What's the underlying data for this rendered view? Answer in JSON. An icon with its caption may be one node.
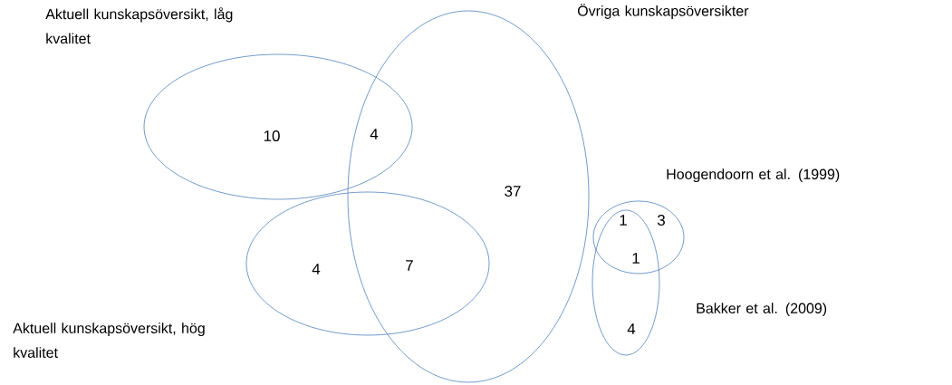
{
  "diagram": {
    "nodes": [
      {
        "text": [
          "Aktuell kunskapsöversikt, låg kvalitet"
        ]
      },
      {
        "text": [
          "Aktuell kunskapsöversikt, hög kvalitet"
        ]
      },
      {
        "text": [
          "Övriga kunskapsöversikter"
        ]
      },
      {
        "text": [
          "Hoogendoorn  et al. (1999)"
        ]
      },
      {
        "text": [
          "Bakker et al. (2009)"
        ]
      }
    ],
    "labels": [
      "10",
      "4",
      "37",
      "1",
      "3",
      "1",
      "4",
      "7",
      "4"
    ]
  }
}
